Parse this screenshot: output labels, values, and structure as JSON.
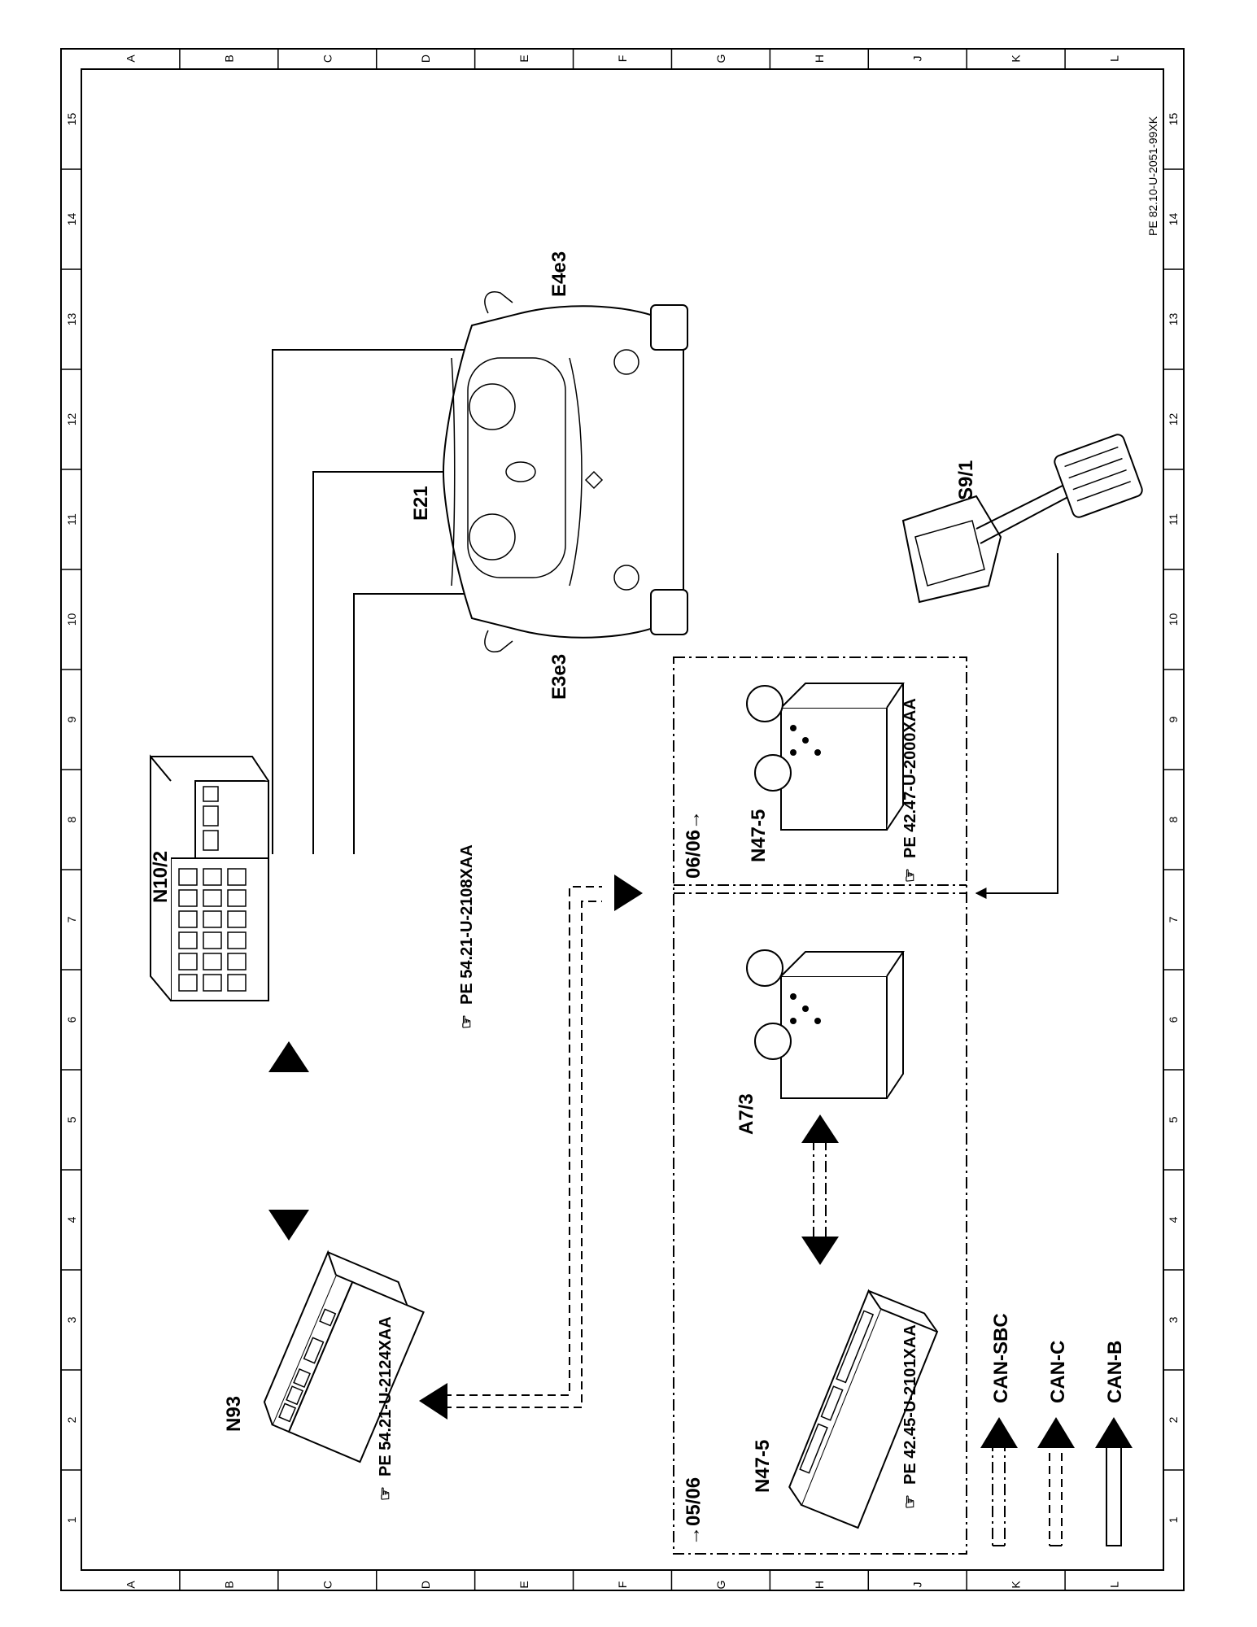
{
  "drawing_code": "PE 82.10-U-2051-99XK",
  "grid": {
    "letters": [
      "A",
      "B",
      "C",
      "D",
      "E",
      "F",
      "G",
      "H",
      "J",
      "K",
      "L"
    ],
    "numbers": [
      "1",
      "2",
      "3",
      "4",
      "5",
      "6",
      "7",
      "8",
      "9",
      "10",
      "11",
      "12",
      "13",
      "14",
      "15"
    ]
  },
  "components": {
    "n93": {
      "label": "N93",
      "ref": "PE  54.21-U-2124XAA"
    },
    "n10_2": {
      "label": "N10/2",
      "ref": "PE  54.21-U-2108XAA"
    },
    "e21": {
      "label": "E21"
    },
    "e3e3": {
      "label": "E3e3"
    },
    "e4e3": {
      "label": "E4e3"
    },
    "s9_1": {
      "label": "S9/1"
    },
    "n47_5_early": {
      "label": "N47-5",
      "ref": "PE  42.45-U-2101XAA"
    },
    "a7_3": {
      "label": "A7/3"
    },
    "n47_5_late": {
      "label": "N47-5",
      "ref": "PE  42.47-U-2000XAA"
    }
  },
  "date_ranges": {
    "early": "→05/06",
    "late": "06/06→"
  },
  "legend": [
    {
      "label": "CAN-SBC",
      "style": "dash-dot"
    },
    {
      "label": "CAN-C",
      "style": "dashed"
    },
    {
      "label": "CAN-B",
      "style": "solid"
    }
  ]
}
